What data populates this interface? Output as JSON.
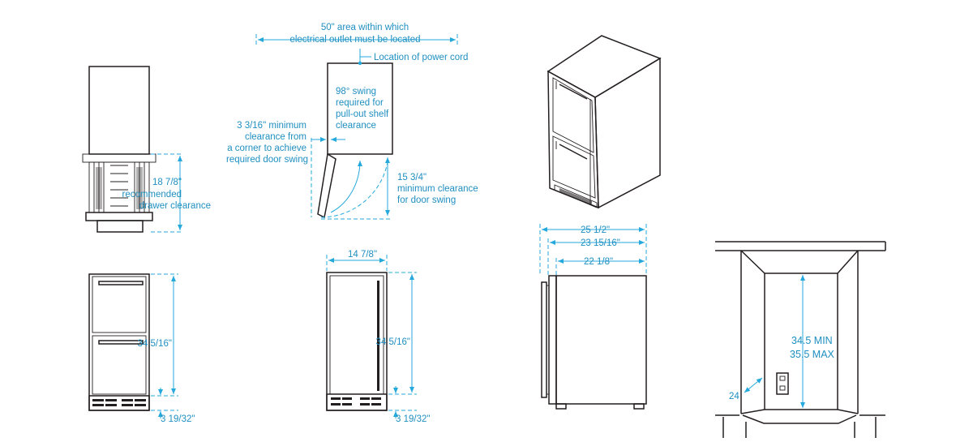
{
  "labels": {
    "outlet_area_line1": "50\" area within which",
    "outlet_area_line2": "electrical outlet must be located",
    "power_cord": "Location of power cord",
    "swing_line1": "98° swing",
    "swing_line2": "required for",
    "swing_line3": "pull-out shelf",
    "swing_line4": "clearance",
    "corner_line1": "3 3/16\" minimum",
    "corner_line2": "clearance from",
    "corner_line3": "a corner to achieve",
    "corner_line4": "required door swing",
    "door_swing_line1": "15 3/4\"",
    "door_swing_line2": "minimum clearance",
    "door_swing_line3": "for door swing",
    "drawer_line1": "18 7/8\"",
    "drawer_line2": "recommended",
    "drawer_line3": "drawer clearance",
    "front_drawer_height": "34 5/16\"",
    "front_drawer_toe": "3 19/32\"",
    "front_door_width": "14 7/8\"",
    "front_door_height": "34 5/16\"",
    "front_door_toe": "3 19/32\"",
    "side_depth_total": "25 1/2\"",
    "side_depth_mid": "23 15/16\"",
    "side_depth_body": "22 1/8\"",
    "cutout_height_min": "34.5 MIN",
    "cutout_height_max": "35.5 MAX",
    "cutout_width": "24"
  },
  "colors": {
    "line": "#231f20",
    "dimension": "#25a9dc",
    "dimension_text": "#1f8fc1"
  }
}
